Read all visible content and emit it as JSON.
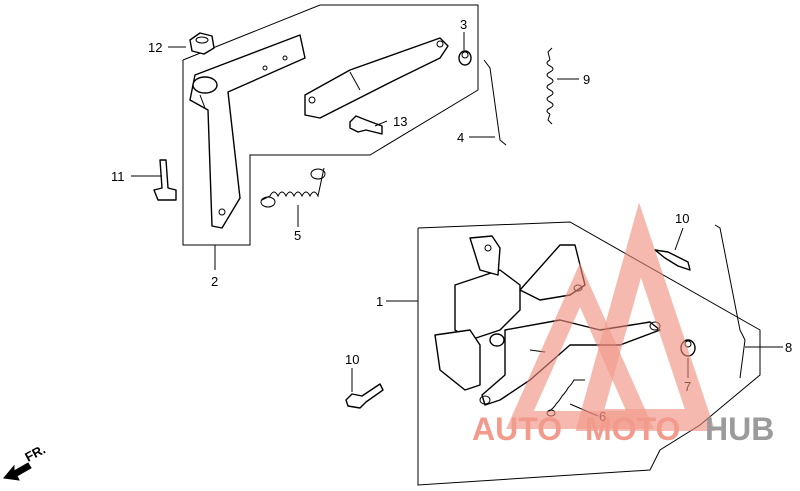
{
  "diagram": {
    "callouts": [
      {
        "id": "c1",
        "label": "1"
      },
      {
        "id": "c2",
        "label": "2"
      },
      {
        "id": "c3",
        "label": "3"
      },
      {
        "id": "c4",
        "label": "4"
      },
      {
        "id": "c5",
        "label": "5"
      },
      {
        "id": "c6",
        "label": "6"
      },
      {
        "id": "c7",
        "label": "7"
      },
      {
        "id": "c8",
        "label": "8"
      },
      {
        "id": "c9",
        "label": "9"
      },
      {
        "id": "c10a",
        "label": "10"
      },
      {
        "id": "c10b",
        "label": "10"
      },
      {
        "id": "c11",
        "label": "11"
      },
      {
        "id": "c12",
        "label": "12"
      },
      {
        "id": "c13",
        "label": "13"
      }
    ],
    "front_indicator": "FR."
  },
  "watermark": {
    "text_part1": "AUTO",
    "text_part2": "MOTO",
    "text_part3": "HUB",
    "color_primary": "#f08a7a",
    "color_secondary": "#8a8a8a"
  }
}
